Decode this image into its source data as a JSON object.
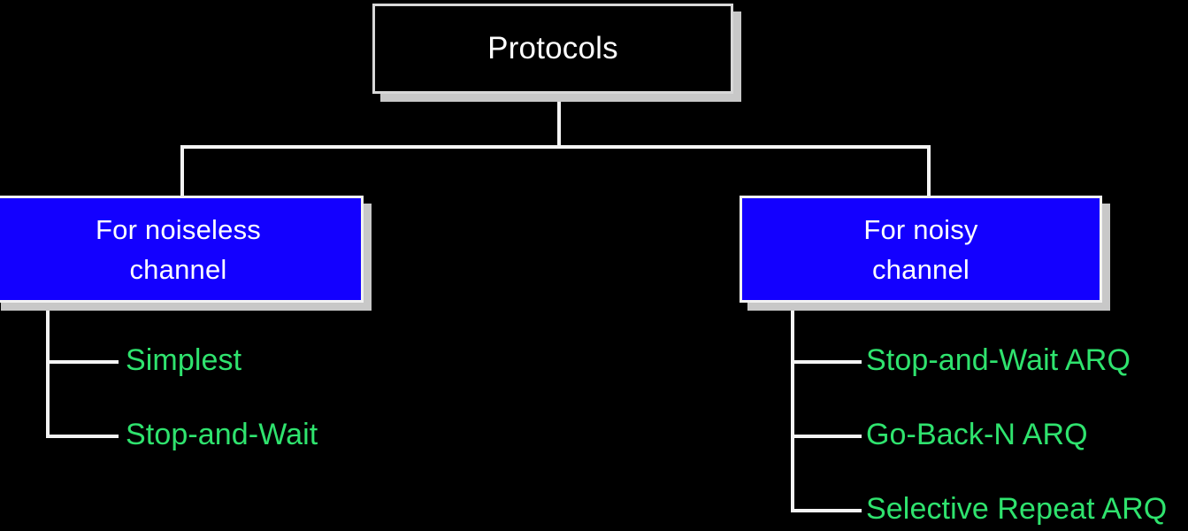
{
  "diagram": {
    "type": "tree",
    "background_color": "#000000",
    "root": {
      "label": "Protocols",
      "fill_color": "#000000",
      "text_color": "#ffffff",
      "border_color": "#d8d8d8",
      "shadow_color": "#c8c8c8"
    },
    "categories": [
      {
        "id": "noiseless",
        "line1": "For noiseless",
        "line2": "channel",
        "fill_color": "#1300ff",
        "text_color": "#ffffff",
        "border_color": "#f2f2f2",
        "shadow_color": "#c8c8c8"
      },
      {
        "id": "noisy",
        "line1": "For noisy",
        "line2": "channel",
        "fill_color": "#1300ff",
        "text_color": "#ffffff",
        "border_color": "#f2f2f2",
        "shadow_color": "#c8c8c8"
      }
    ],
    "leaves": {
      "color": "#2fe36e",
      "noiseless": [
        "Simplest",
        "Stop-and-Wait"
      ],
      "noisy": [
        "Stop-and-Wait ARQ",
        "Go-Back-N ARQ",
        "Selective Repeat ARQ"
      ]
    },
    "connector_color": "#f4f4f4"
  }
}
